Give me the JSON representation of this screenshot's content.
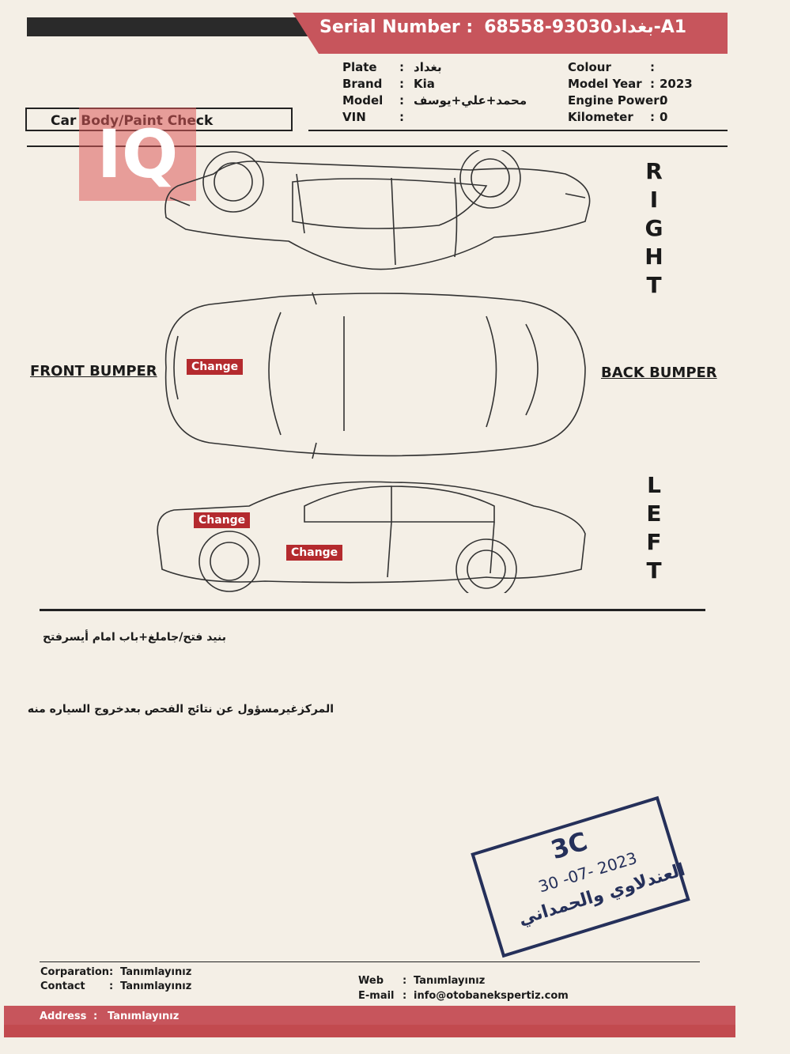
{
  "header": {
    "serial_label": "Serial Number :",
    "serial_value": "بغداد93030-68558-A1"
  },
  "vehicle": {
    "plate_label": "Plate",
    "plate_value": "بغداد",
    "brand_label": "Brand",
    "brand_value": "Kia",
    "model_label": "Model",
    "model_value": "محمد+علي+يوسف",
    "vin_label": "VIN",
    "vin_value": "",
    "colour_label": "Colour",
    "colour_value": "",
    "year_label": "Model Year",
    "year_value": "2023",
    "power_label": "Engine Power:",
    "power_value": "0",
    "km_label": "Kilometer",
    "km_value": "0"
  },
  "check_title": "Car Body/Paint Check",
  "logo_text": "IQ",
  "sides": {
    "right": [
      "R",
      "I",
      "G",
      "H",
      "T"
    ],
    "left": [
      "L",
      "E",
      "F",
      "T"
    ]
  },
  "labels": {
    "front": "FRONT BUMPER",
    "back": "BACK BUMPER"
  },
  "tags": {
    "hood": "Change",
    "left_fender": "Change",
    "left_front_door": "Change"
  },
  "notes": {
    "line1": "بنيد فتح/جاملغ+باب امام أيسرفتح",
    "line2": "المركزغيرمسؤول عن نتائج الفحص بعدخروج السياره منه"
  },
  "stamp": {
    "code": "3C",
    "date": "30 -07- 2023",
    "name": "العندلاوي والحمداني"
  },
  "footer": {
    "corp_label": "Corparation",
    "corp_value": "Tanımlayınız",
    "contact_label": "Contact",
    "contact_value": "Tanımlayınız",
    "web_label": "Web",
    "web_value": "Tanımlayınız",
    "email_label": "E-mail",
    "email_value": "info@otobanekspertiz.com",
    "address_label": "Address",
    "address_value": "Tanımlayınız"
  },
  "colors": {
    "brand_red": "#c7555c",
    "tag_red": "#b42a2e",
    "stamp_blue": "#25305a"
  }
}
